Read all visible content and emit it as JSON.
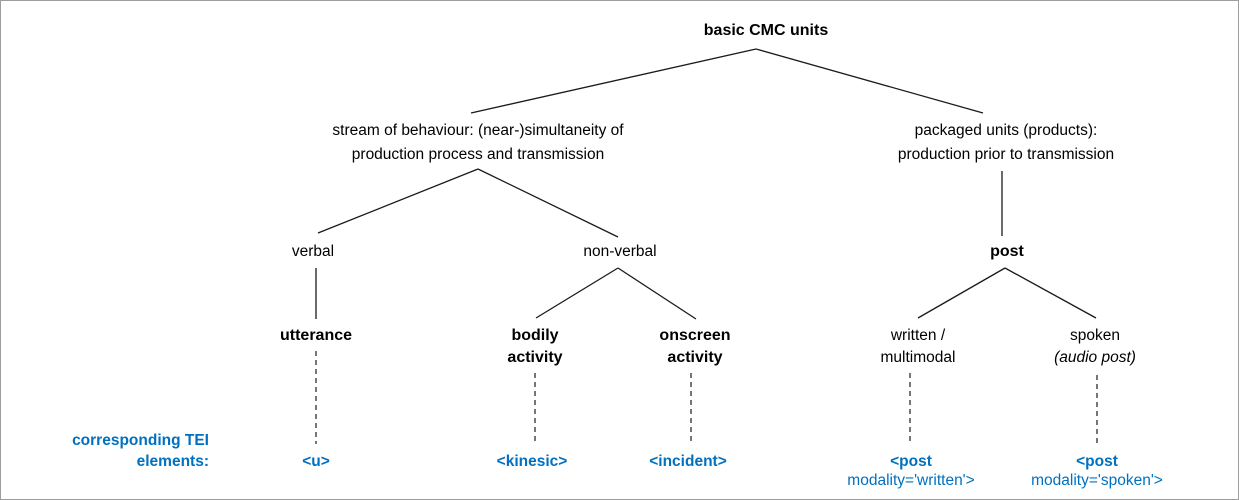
{
  "colors": {
    "accent_blue": "#0070C0",
    "line_black": "#1a1a1a",
    "frame_gray": "#9d9d9d"
  },
  "tree": {
    "root": "basic CMC units",
    "stream_line1": "stream of behaviour: (near-)simultaneity of",
    "stream_line2": "production process and transmission",
    "packaged_line1": "packaged units (products):",
    "packaged_line2": "production prior to transmission",
    "verbal": "verbal",
    "non_verbal": "non-verbal",
    "post": "post",
    "utterance": "utterance",
    "bodily_line1": "bodily",
    "bodily_line2": "activity",
    "onscreen_line1": "onscreen",
    "onscreen_line2": "activity",
    "written_line1": "written /",
    "written_line2": "multimodal",
    "spoken_line1": "spoken",
    "spoken_line2": "(audio post)"
  },
  "tei": {
    "label_line1": "corresponding TEI",
    "label_line2": "elements:",
    "u": "<u>",
    "kinesic": "<kinesic>",
    "incident": "<incident>",
    "post_written_line1": "<post",
    "post_written_line2": "modality='written'>",
    "post_spoken_line1": "<post",
    "post_spoken_line2": "modality='spoken'>"
  }
}
